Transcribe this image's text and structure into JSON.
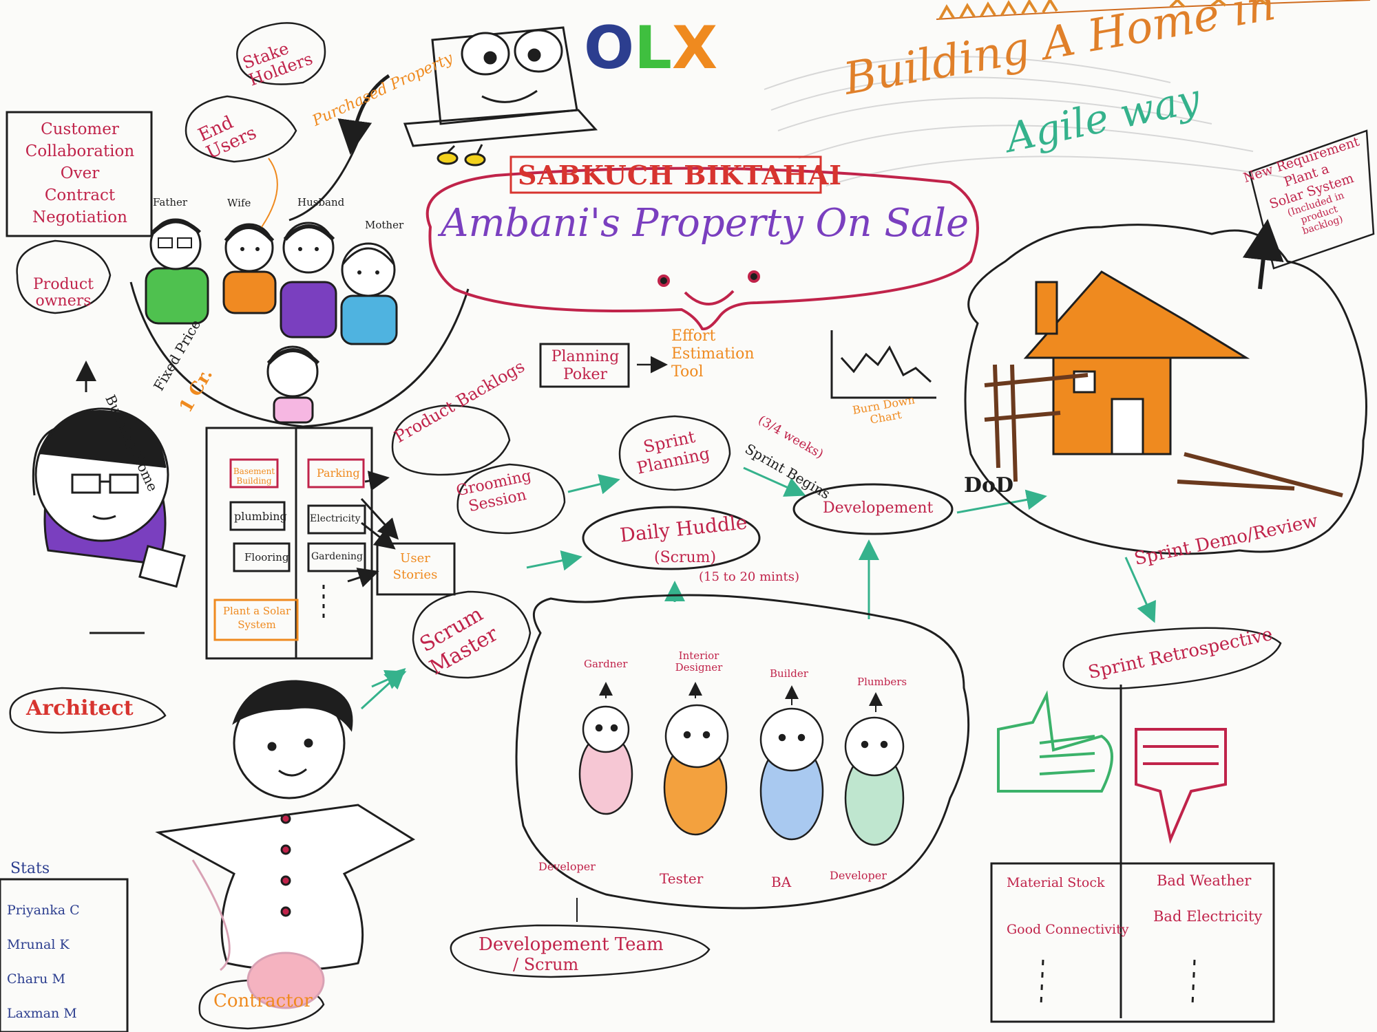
{
  "banner": {
    "olx": {
      "o": "O",
      "l": "L",
      "x": "X"
    },
    "sabkuch": "SABKUCH BIKTAHAI",
    "headline": "Ambani's Property On Sale",
    "title_line1": "Building A Home in",
    "title_line2": "Agile way"
  },
  "left_panel": {
    "manifesto": [
      "Customer",
      "Collaboration",
      "Over",
      "Contract",
      "Negotiation"
    ],
    "product_owners": "Product owners",
    "stakeholders": "Stake Holders",
    "end_users": "End Users",
    "purchased_property": "Purchased Property",
    "family": {
      "father": "Father",
      "wife": "Wife",
      "husband": "Husband",
      "mother": "Mother"
    },
    "building_home": "Building Home",
    "fixed_price": "Fixed Price",
    "price_value": "1 Cr.",
    "architect": "Architect",
    "contractor": "Contractor"
  },
  "backlog_board": {
    "cells": [
      "Basement Building",
      "Parking",
      "plumbing",
      "Electricity",
      "Flooring",
      "Gardening"
    ],
    "extra": "Plant a Solar System",
    "product_backlogs": "Product Backlogs",
    "user_stories": "User Stories"
  },
  "process": {
    "planning_poker": "Planning Poker",
    "effort_estimation": "Effort Estimation Tool",
    "burn_down": "Burn Down Chart",
    "grooming_session": "Grooming Session",
    "sprint_planning": "Sprint Planning",
    "sprint_duration": "(3/4 weeks)",
    "sprint_begins": "Sprint Begins",
    "daily_huddle": "Daily Huddle",
    "daily_huddle_sub": "(Scrum)",
    "huddle_time": "(15 to 20 mints)",
    "development": "Developement",
    "dod": "DoD",
    "scrum_master": "Scrum Master"
  },
  "team": {
    "roles": [
      "Gardner",
      "Interior Designer",
      "Builder",
      "Plumbers"
    ],
    "labels": [
      "Developer",
      "Tester",
      "BA",
      "Developer"
    ],
    "team_label": "Developement Team",
    "team_sub": "/ Scrum"
  },
  "review": {
    "new_requirement": [
      "New Requirement",
      "Plant a",
      "Solar System",
      "(Included in",
      "product",
      "backlog)"
    ],
    "sprint_demo": "Sprint Demo/Review",
    "retrospective": "Sprint Retrospective",
    "good": [
      "Material Stock",
      "Good Connectivity"
    ],
    "bad": [
      "Bad Weather",
      "Bad Electricity"
    ]
  },
  "stats": {
    "header": "Stats",
    "names": [
      "Priyanka C",
      "Mrunal K",
      "Charu M",
      "Laxman M"
    ]
  },
  "colors": {
    "ink": "#1e1e1e",
    "red": "#c0234a",
    "orange": "#ef8a1f",
    "teal": "#35b28c",
    "purple": "#7a3fbf",
    "green": "#3fbf3f"
  }
}
